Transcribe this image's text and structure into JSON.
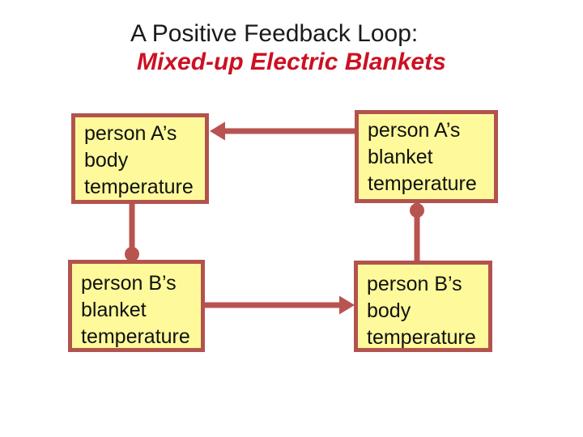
{
  "title": {
    "line1": "A Positive Feedback Loop:",
    "line2": "Mixed-up Electric Blankets"
  },
  "boxes": [
    {
      "id": "person-a-body",
      "lines": [
        "person A’s",
        "body",
        "temperature"
      ]
    },
    {
      "id": "person-a-blanket",
      "lines": [
        "person A’s",
        "blanket",
        "temperature"
      ]
    },
    {
      "id": "person-b-blanket",
      "lines": [
        "person B’s",
        "blanket",
        "temperature"
      ]
    },
    {
      "id": "person-b-body",
      "lines": [
        "person B’s",
        "body",
        "temperature"
      ]
    }
  ],
  "connectors": [
    {
      "from": "person-a-blanket",
      "to": "person-a-body",
      "style": "arrow",
      "direction": "left"
    },
    {
      "from": "person-a-body",
      "to": "person-b-blanket",
      "style": "line-with-end-dot",
      "direction": "down"
    },
    {
      "from": "person-b-blanket",
      "to": "person-b-body",
      "style": "arrow",
      "direction": "right"
    },
    {
      "from": "person-a-blanket",
      "to": "person-b-body",
      "style": "line-with-start-dot",
      "direction": "down"
    }
  ],
  "colors": {
    "background": "#FFFFFF",
    "accent": "#B85450",
    "box_fill": "#FEFA9B",
    "box_border": "#B2534E",
    "title": "#1A1A1A",
    "subtitle": "#CC1122",
    "box_text": "#111111"
  }
}
